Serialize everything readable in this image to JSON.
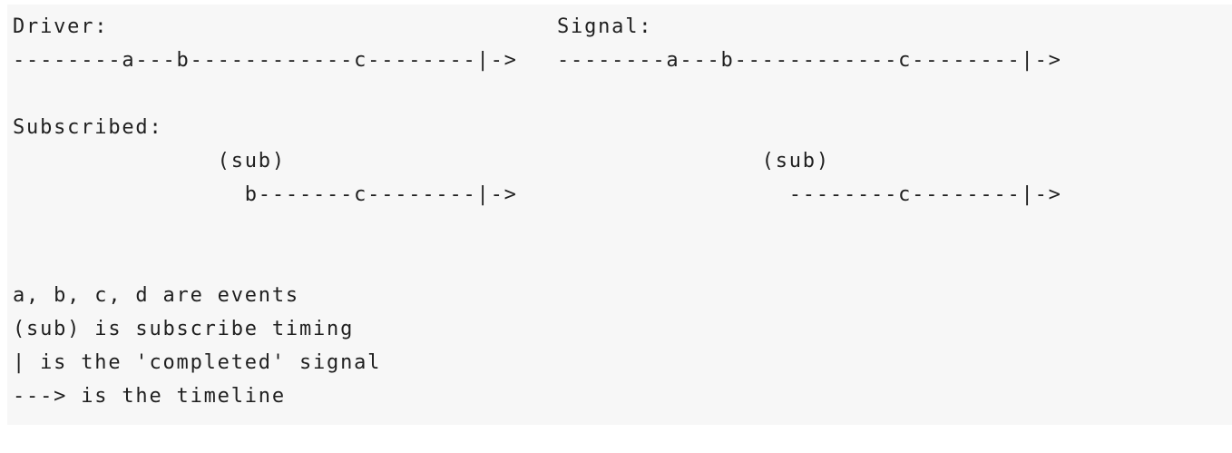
{
  "code_block": {
    "driver": {
      "label": "Driver:",
      "timeline": "--------a---b------------c--------|->",
      "sub_marker": "               (sub)",
      "subscribed_timeline": "                 b-------c--------|->"
    },
    "signal": {
      "label": "Signal:",
      "timeline": "--------a---b------------c--------|->",
      "sub_marker": "               (sub)",
      "subscribed_timeline": "                 --------c--------|->"
    },
    "subscribed_label": "Subscribed:",
    "legend": {
      "events_line": "a, b, c, d are events",
      "sub_line": "(sub) is subscribe timing",
      "completed_line": "| is the 'completed' signal",
      "timeline_line": "---> is the timeline"
    }
  },
  "colors": {
    "code_background": "#f7f7f7",
    "page_background": "#ffffff",
    "text": "#1f1f1f"
  }
}
